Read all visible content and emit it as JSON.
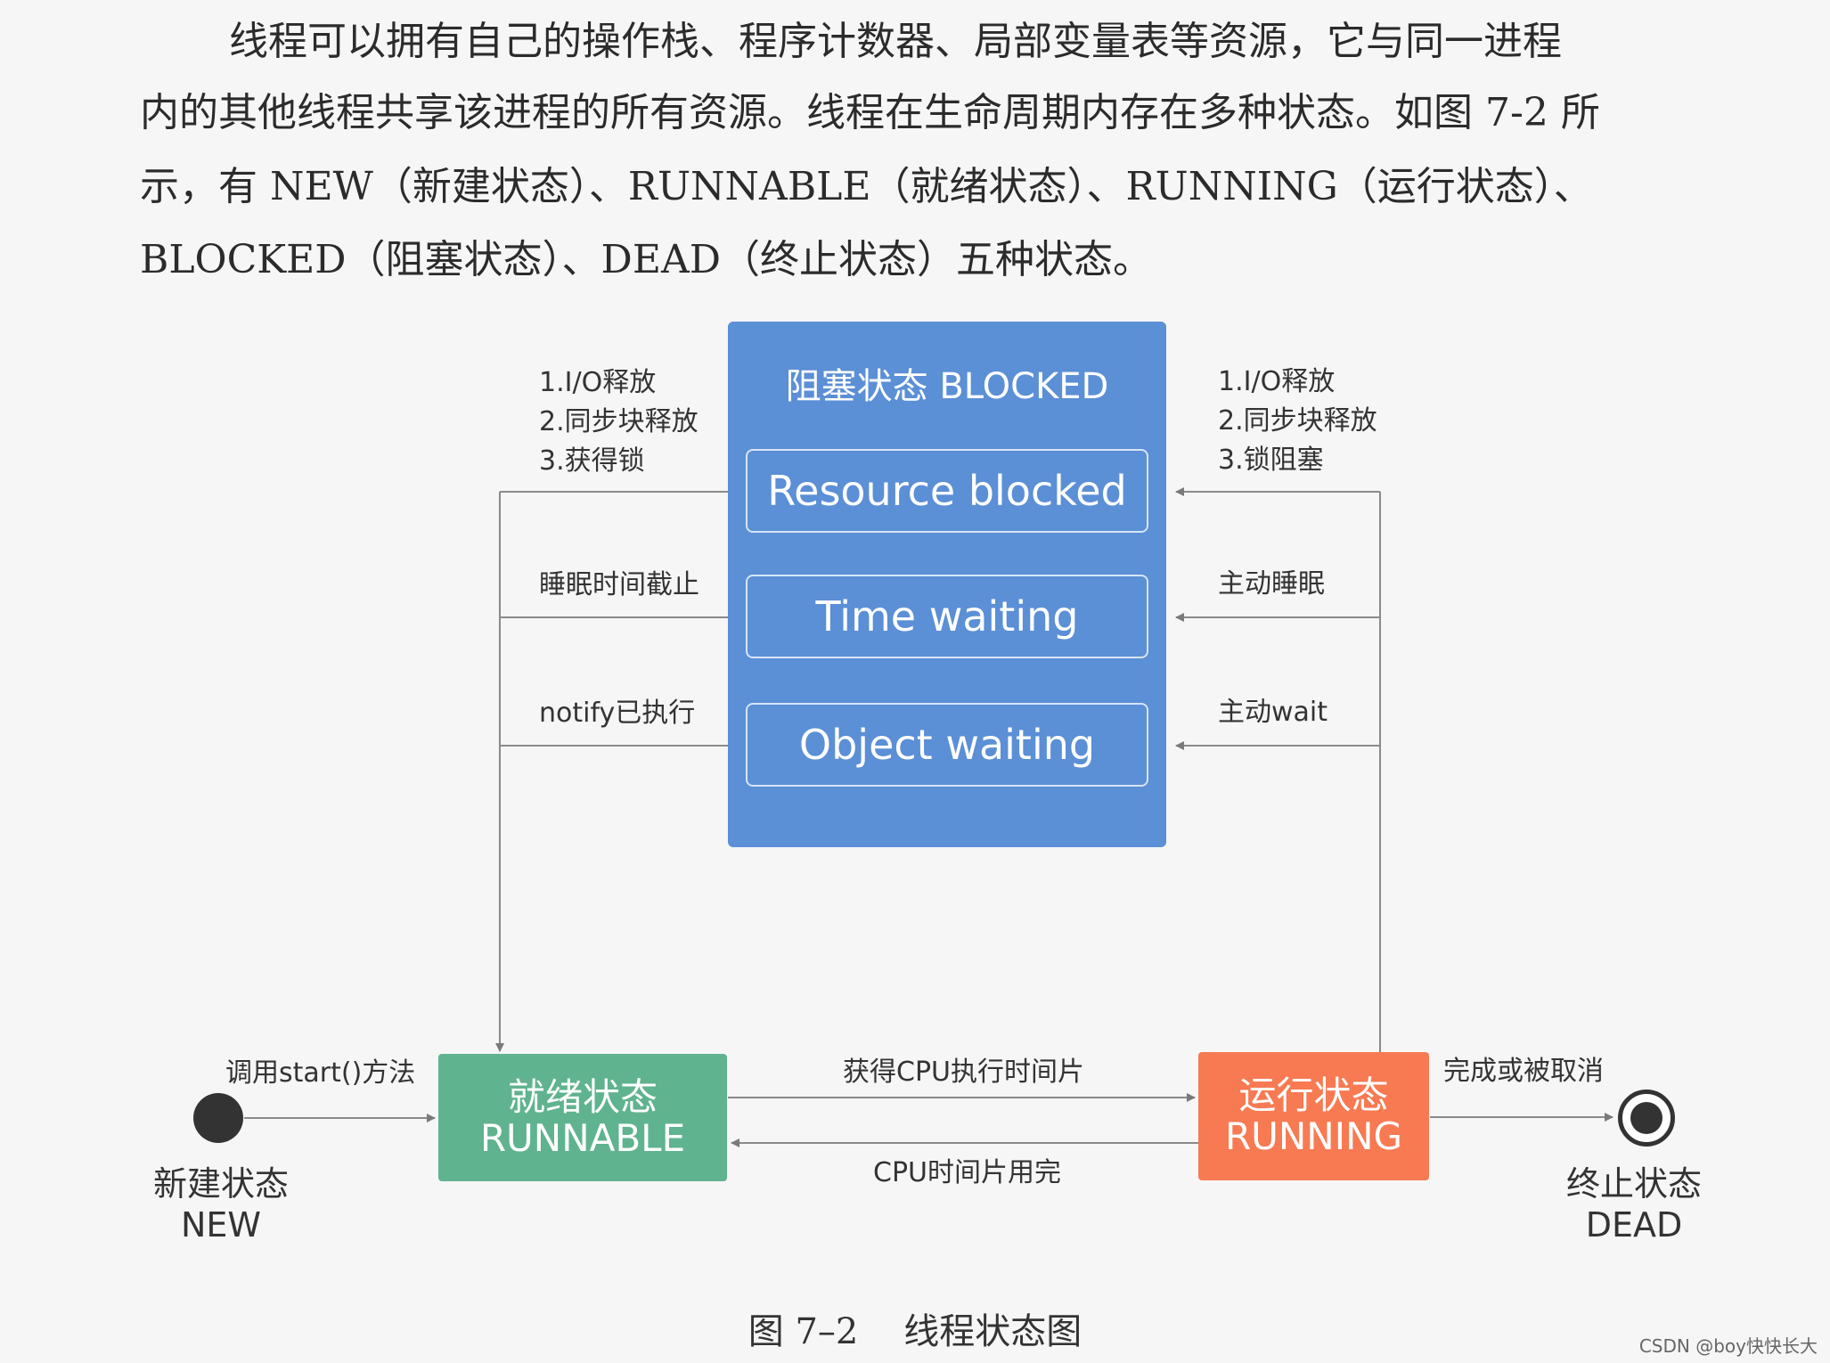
{
  "paragraph": {
    "line1": "线程可以拥有自己的操作栈、程序计数器、局部变量表等资源，它与同一进程",
    "line2": "内的其他线程共享该进程的所有资源。线程在生命周期内存在多种状态。如图 7-2 所",
    "line3": "示，有 NEW（新建状态）、RUNNABLE（就绪状态）、RUNNING（运行状态）、",
    "line4": "BLOCKED（阻塞状态）、DEAD（终止状态）五种状态。"
  },
  "blocked": {
    "title": "阻塞状态 BLOCKED",
    "substates": [
      "Resource blocked",
      "Time waiting",
      "Object waiting"
    ]
  },
  "left_labels": {
    "resource": [
      "1.I/O释放",
      "2.同步块释放",
      "3.获得锁"
    ],
    "time": "睡眠时间截止",
    "object": "notify已执行"
  },
  "right_labels": {
    "resource": [
      "1.I/O释放",
      "2.同步块释放",
      "3.锁阻塞"
    ],
    "time": "主动睡眠",
    "object": "主动wait"
  },
  "runnable": {
    "line1": "就绪状态",
    "line2": "RUNNABLE"
  },
  "running": {
    "line1": "运行状态",
    "line2": "RUNNING"
  },
  "new_state": {
    "line1": "新建状态",
    "line2": "NEW"
  },
  "dead_state": {
    "line1": "终止状态",
    "line2": "DEAD"
  },
  "transitions": {
    "start": "调用start()方法",
    "get_cpu": "获得CPU执行时间片",
    "cpu_used": "CPU时间片用完",
    "finish": "完成或被取消"
  },
  "caption": "图 7–2    线程状态图",
  "watermark": "CSDN @boy快快长大",
  "colors": {
    "blocked": "#5b8fd6",
    "runnable": "#5fb38e",
    "running": "#f77a52",
    "line": "#808080"
  }
}
